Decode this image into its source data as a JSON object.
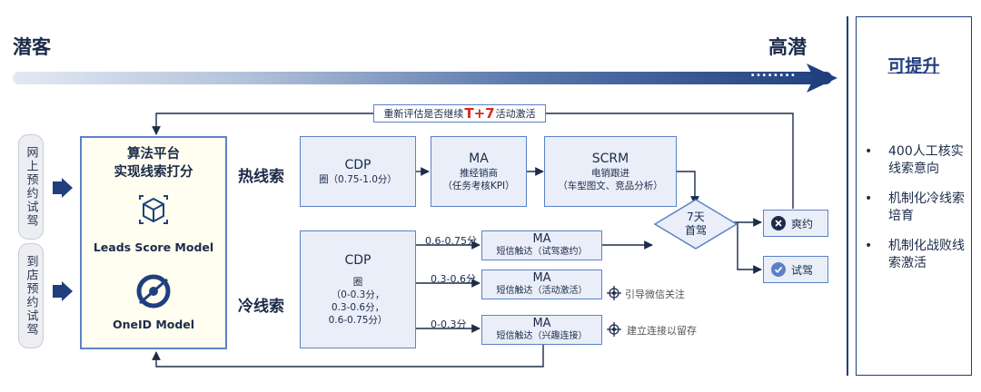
{
  "header": {
    "left_label": "潜客",
    "right_label": "高潜",
    "dots": "........"
  },
  "left_tags": [
    "网上预约试驾",
    "到店预约试驾"
  ],
  "algo_panel": {
    "title_lines": [
      "算法平台",
      "实现线索打分"
    ],
    "model_1": "Leads Score Model",
    "model_2": "OneID Model"
  },
  "reevaluate": {
    "prefix": "重新评估是否继续",
    "highlight": "T+7",
    "suffix": "活动激活"
  },
  "hot": {
    "label": "热线索",
    "cdp": {
      "title": "CDP",
      "sub": "圈（0.75-1.0分）"
    },
    "ma": {
      "title": "MA",
      "sub1": "推经销商",
      "sub2": "（任务考核KPI）"
    },
    "scrm": {
      "title": "SCRM",
      "sub1": "电销跟进",
      "sub2": "（车型图文、竞品分析）"
    }
  },
  "cold": {
    "label": "冷线索",
    "cdp": {
      "title": "CDP",
      "sub1": "圈",
      "sub2": "（0-0.3分，",
      "sub3": "0.3-0.6分，",
      "sub4": "0.6-0.75分）"
    },
    "branches": [
      {
        "range": "0.6-0.75分",
        "title": "MA",
        "sub": "短信触达（试驾邀约）",
        "annotation": ""
      },
      {
        "range": "0.3-0.6分",
        "title": "MA",
        "sub": "短信触达（活动激活）",
        "annotation": "引导微信关注"
      },
      {
        "range": "0-0.3分",
        "title": "MA",
        "sub": "短信触达（兴趣连接）",
        "annotation": "建立连接以留存"
      }
    ]
  },
  "decision": {
    "line1": "7天",
    "line2": "首驾"
  },
  "outcomes": {
    "fail": "爽约",
    "success": "试驾"
  },
  "right_panel": {
    "title": "可提升",
    "items": [
      "400人工核实线索意向",
      "机制化冷线索培育",
      "机制化战败线索激活"
    ]
  },
  "colors": {
    "primary": "#1f3f7f",
    "box_fill": "#e9eef8",
    "box_border": "#5b82c7",
    "highlight": "#d8241b",
    "algo_fill": "#fffef0"
  },
  "icons": [
    "arrow-right-icon",
    "cube-network-icon",
    "oneid-icon",
    "target-icon",
    "x-circle-icon",
    "check-circle-icon"
  ]
}
